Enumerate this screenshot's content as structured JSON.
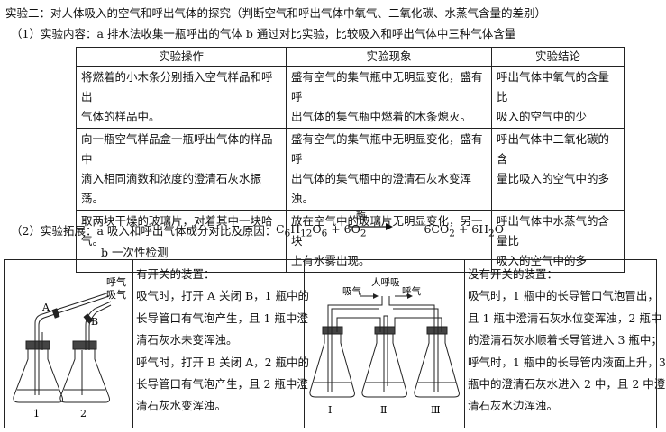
{
  "heading": "实验二：对人体吸入的空气和呼出气体的探究（判断空气和呼出气体中氧气、二氧化碳、水蒸气含量的差别）",
  "content_line": "（1）实验内容：a 排水法收集一瓶呼出的气体 b 通过对比实验，比较吸入和呼出气体中三种气体含量",
  "table": {
    "headers": [
      "实验操作",
      "实验现象",
      "实验结论"
    ],
    "rows": [
      [
        [
          "将燃着的小木条分别插入空气样品和呼出",
          "气体的样品中。"
        ],
        [
          "盛有空气的集气瓶中无明显变化，盛有呼",
          "出气体的集气瓶中燃着的木条熄灭。"
        ],
        [
          "呼出气体中氧气的含量比",
          "吸入的空气中的少"
        ]
      ],
      [
        [
          "向一瓶空气样品盒一瓶呼出气体的样品中",
          "滴入相同滴数和浓度的澄清石灰水振荡。"
        ],
        [
          "盛有空气的集气瓶中无明显变化，盛有呼",
          "出气体的集气瓶中的澄清石灰水变浑浊。"
        ],
        [
          "呼出气体中二氧化碳的含",
          "量比吸入的空气中的多"
        ]
      ],
      [
        [
          "取两块干燥的玻璃片，对着其中一块哈气。",
          ""
        ],
        [
          "放在空气中的玻璃片无明显变化，另一块",
          "上有水雾出现。"
        ],
        [
          "呼出气体中水蒸气的含量比",
          "吸入的空气中的多"
        ]
      ]
    ]
  },
  "extension": {
    "text": "（2）实验拓展：a 吸入和呼出气体成分对比及原因：",
    "reactants": "C6H12O6 + 6O2",
    "enzyme": "酶",
    "products": "6CO2 + 6H2O"
  },
  "one_off": "b 一次性检测",
  "fig1": {
    "top_label_1": "呼气",
    "top_label_2": "吸气",
    "clamp_a": "A",
    "clamp_b": "B",
    "flask_1": "1",
    "flask_2": "2"
  },
  "with_switch": {
    "lines": [
      "有开关的装置：",
      "吸气时，打开 A 关闭 B，1 瓶中的",
      "长导管口有气泡产生，且 1 瓶中澄",
      "清石灰水未变浑浊。",
      "呼气时，打开 B 关闭 A，2 瓶中的",
      "长导管口有气泡产生，且 2 瓶中澄",
      "清石灰水变浑浊。"
    ]
  },
  "fig2": {
    "inhale": "吸气",
    "person_breath": "人呼吸",
    "exhale": "呼气",
    "flask_1": "Ⅰ",
    "flask_2": "Ⅱ",
    "flask_3": "Ⅲ"
  },
  "without_switch": {
    "lines": [
      "没有开关的装置：",
      "吸气时，1 瓶中的长导管口气泡冒出，",
      "且 1 瓶中澄清石灰水位变浑浊，2 瓶中",
      "的澄清石灰水顺着长导管进入 3 瓶中；",
      "呼气时，1 瓶中的长导管内液面上升，3",
      "瓶中的澄清石灰水进入 2 中，且 2 中澄",
      "清石灰水边浑浊。"
    ]
  }
}
